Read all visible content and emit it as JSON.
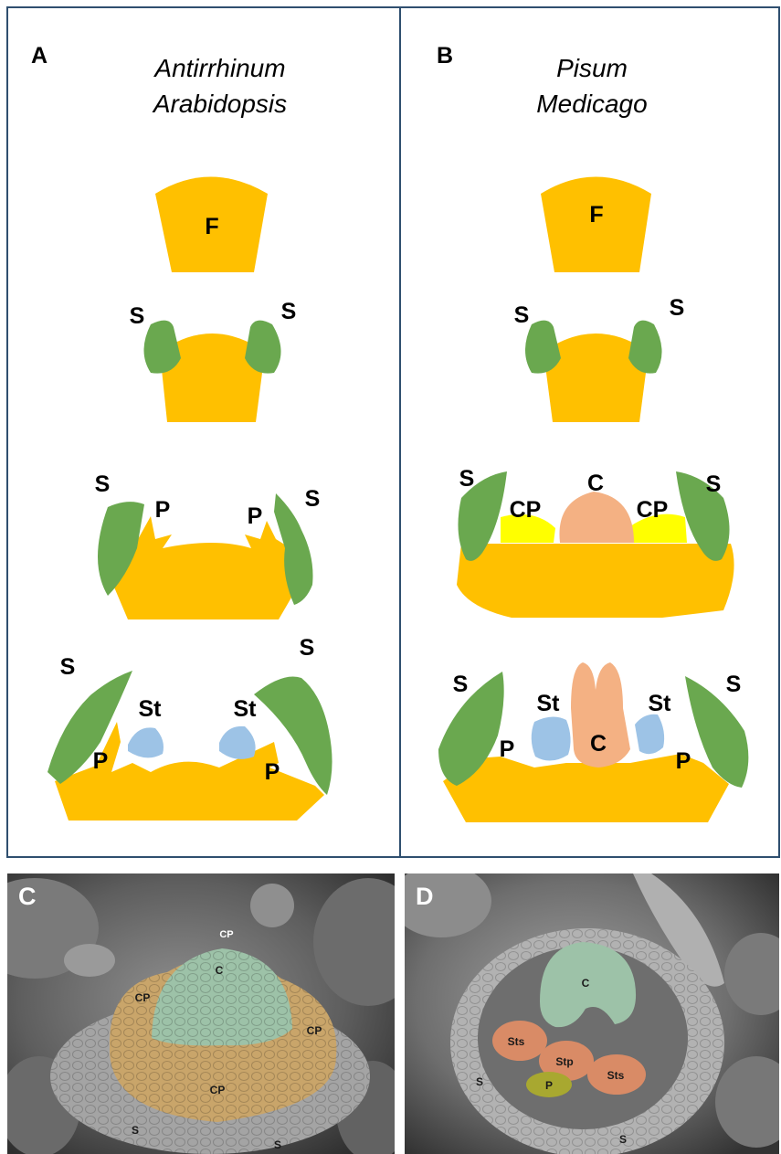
{
  "panel_a": {
    "letter": "A",
    "species": [
      "Antirrhinum",
      "Arabidopsis"
    ],
    "stage1": {
      "f": "F"
    },
    "stage2": {
      "s_left": "S",
      "s_right": "S"
    },
    "stage3": {
      "s_left": "S",
      "s_right": "S",
      "p_left": "P",
      "p_right": "P"
    },
    "stage4": {
      "s_left": "S",
      "s_right": "S",
      "st_left": "St",
      "st_right": "St",
      "p_left": "P",
      "p_right": "P"
    }
  },
  "panel_b": {
    "letter": "B",
    "species": [
      "Pisum",
      "Medicago"
    ],
    "stage1": {
      "f": "F"
    },
    "stage2": {
      "s_left": "S",
      "s_right": "S"
    },
    "stage3": {
      "s_left": "S",
      "s_right": "S",
      "cp_left": "CP",
      "cp_right": "CP",
      "c": "C"
    },
    "stage4": {
      "s_left": "S",
      "s_right": "S",
      "st_left": "St",
      "st_right": "St",
      "c": "C",
      "p_left": "P",
      "p_right": "P"
    }
  },
  "panel_c": {
    "letter": "C",
    "labels": {
      "cp_top": "CP",
      "c": "C",
      "cp_left": "CP",
      "cp_right": "CP",
      "cp_bottom": "CP",
      "s_left": "S",
      "s_right": "S"
    }
  },
  "panel_d": {
    "letter": "D",
    "labels": {
      "c": "C",
      "sts_left": "Sts",
      "stp": "Stp",
      "sts_right": "Sts",
      "p": "P",
      "s_left": "S",
      "s_right": "S"
    }
  },
  "colors": {
    "floral_meristem": "#FFC000",
    "sepal": "#6AA84F",
    "petal_primordium_common": "#FFFF00",
    "carpel": "#F4B183",
    "stamen": "#9DC3E6",
    "border": "#2F4F6F"
  }
}
